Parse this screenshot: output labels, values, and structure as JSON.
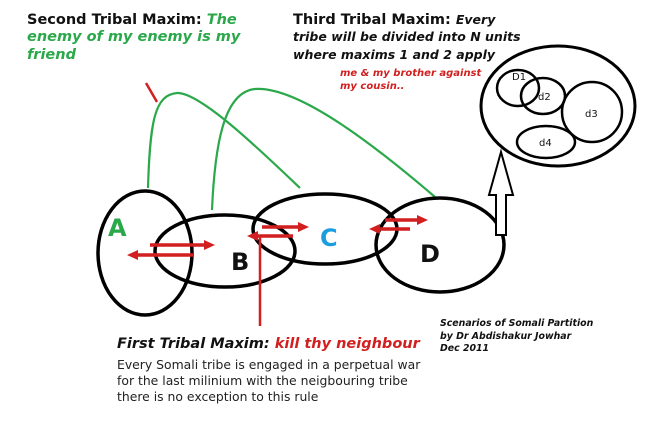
{
  "maxims": {
    "second": {
      "title": "Second Tribal Maxim:",
      "text": "The enemy of my enemy is my friend"
    },
    "third": {
      "title": "Third Tribal Maxim:",
      "text": "Every tribe will be divided into N units where maxims 1 and 2 apply",
      "note": "me & my brother against my cousin.."
    },
    "first": {
      "title": "First Tribal Maxim:",
      "text": "kill thy neighbour",
      "description": "Every Somali tribe is engaged in a perpetual war for the last milinium with the neigbouring tribe there is no exception to this rule"
    }
  },
  "tribes": [
    {
      "label": "A",
      "color": "#2aa84a"
    },
    {
      "label": "B",
      "color": "#111111"
    },
    {
      "label": "C",
      "color": "#1a9ee0"
    },
    {
      "label": "D",
      "color": "#111111"
    }
  ],
  "subunits": [
    "D1",
    "d2",
    "d3",
    "d4"
  ],
  "credit": {
    "line1": "Scenarios of Somali Partition",
    "line2": "by Dr Abdishakur Jowhar",
    "line3": "Dec 2011"
  },
  "colors": {
    "outline": "#000000",
    "alliance": "#2aa84a",
    "conflict": "#d21f1f",
    "ally_text": "#2aa84a",
    "conflict_text": "#d21f1f"
  }
}
